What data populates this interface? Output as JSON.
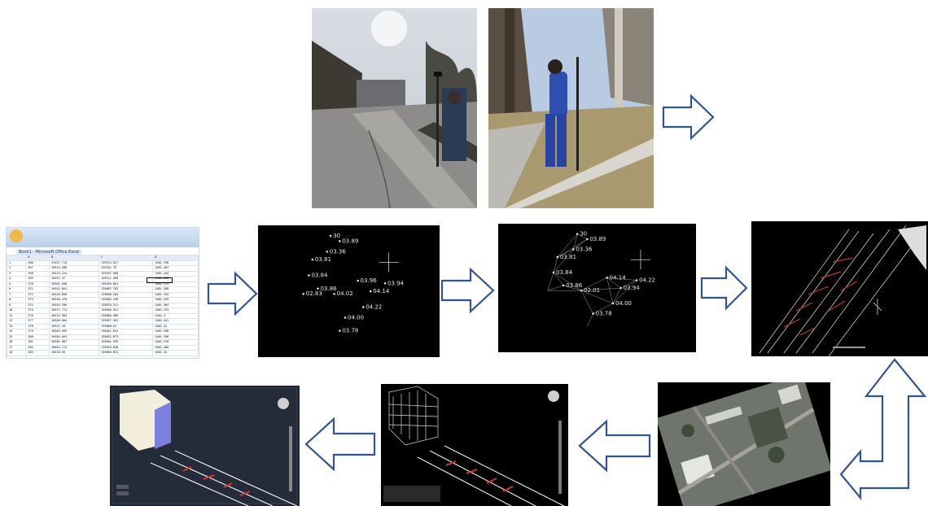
{
  "caption": "",
  "panels": [
    {
      "id": "photo-surveyor-1",
      "kind": "photo"
    },
    {
      "id": "photo-surveyor-2",
      "kind": "photo"
    },
    {
      "id": "spreadsheet-coordinates",
      "kind": "spreadsheet",
      "window_title": "Book1 - Microsoft Office Excel",
      "headers": [
        "",
        "A",
        "B",
        "C",
        "D"
      ],
      "rows": [
        [
          "1",
          "360",
          "25457.713",
          "139123.827",
          "1001.296"
        ],
        [
          "2",
          "367",
          "26514.988",
          "139102.76",
          "1001.407"
        ],
        [
          "3",
          "368",
          "26513.224",
          "139107.968",
          "1001.344"
        ],
        [
          "4",
          "369",
          "26497.37",
          "139111.469",
          "1001.468"
        ],
        [
          "5",
          "370",
          "26561.940",
          "139105.861",
          "1001.474"
        ],
        [
          "6",
          "371",
          "26542.661",
          "139087.703",
          "1001.368"
        ],
        [
          "7",
          "372",
          "26535.896",
          "139096.203",
          "1001.335"
        ],
        [
          "8",
          "373",
          "26548.478",
          "139083.449",
          "1001.349"
        ],
        [
          "9",
          "374",
          "26555.596",
          "139078.311",
          "1001.304"
        ],
        [
          "10",
          "375",
          "26571.771",
          "139060.551",
          "1001.233"
        ],
        [
          "11",
          "376",
          "26512.903",
          "139060.989",
          "1001.3"
        ],
        [
          "12",
          "377",
          "26506.664",
          "139097.381",
          "1001.441"
        ],
        [
          "13",
          "378",
          "26547.18",
          "139068.64",
          "1001.22"
        ],
        [
          "14",
          "379",
          "26563.995",
          "139041.841",
          "1001.298"
        ],
        [
          "15",
          "380",
          "26584.001",
          "139032.873",
          "1001.396"
        ],
        [
          "16",
          "381",
          "26581.087",
          "139001.599",
          "1001.270"
        ],
        [
          "17",
          "382",
          "26601.111",
          "139010.836",
          "1001.306"
        ],
        [
          "18",
          "383",
          "26618.39",
          "139000.831",
          "1001.32"
        ]
      ]
    },
    {
      "id": "cad-points",
      "kind": "cad-points",
      "labels": [
        "30",
        "03.89",
        "03.36",
        "03.81",
        "03.84",
        "03.86",
        "04.02",
        "03.96",
        "04.14",
        "03.94",
        "04.22",
        "04.00",
        "03.78",
        "02.83"
      ]
    },
    {
      "id": "cad-triangulation",
      "kind": "cad-points",
      "labels": [
        "30",
        "03.89",
        "03.36",
        "03.81",
        "03.84",
        "03.86",
        "02.01",
        "04.14",
        "03.94",
        "04.22",
        "04.00",
        "03.78"
      ]
    },
    {
      "id": "cad-plan",
      "kind": "cad-plan"
    },
    {
      "id": "aerial-orthophoto",
      "kind": "aerial"
    },
    {
      "id": "model-wireframe",
      "kind": "model"
    },
    {
      "id": "model-rendered",
      "kind": "model"
    }
  ],
  "colors": {
    "arrow_stroke": "#2f5597",
    "arrow_fill": "#ffffff",
    "cad_bg": "#000000",
    "cad_red": "#c0392b"
  }
}
